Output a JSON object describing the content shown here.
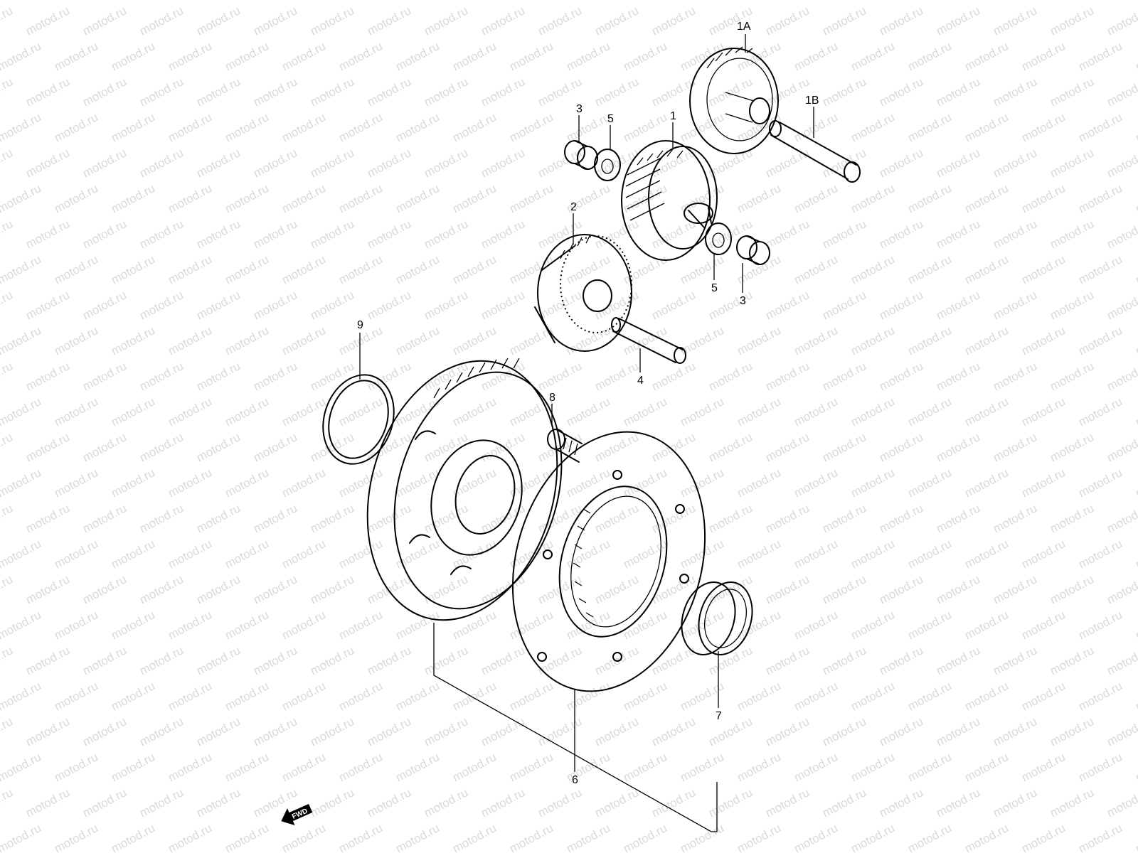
{
  "watermark": "motod.ru",
  "fwd_label": "FWD",
  "callouts": {
    "p1A": "1A",
    "p1B": "1B",
    "p1": "1",
    "p2": "2",
    "p3_top": "3",
    "p3_bottom": "3",
    "p4": "4",
    "p5_top": "5",
    "p5_bottom": "5",
    "p6": "6",
    "p7": "7",
    "p8": "8",
    "p9": "9"
  }
}
